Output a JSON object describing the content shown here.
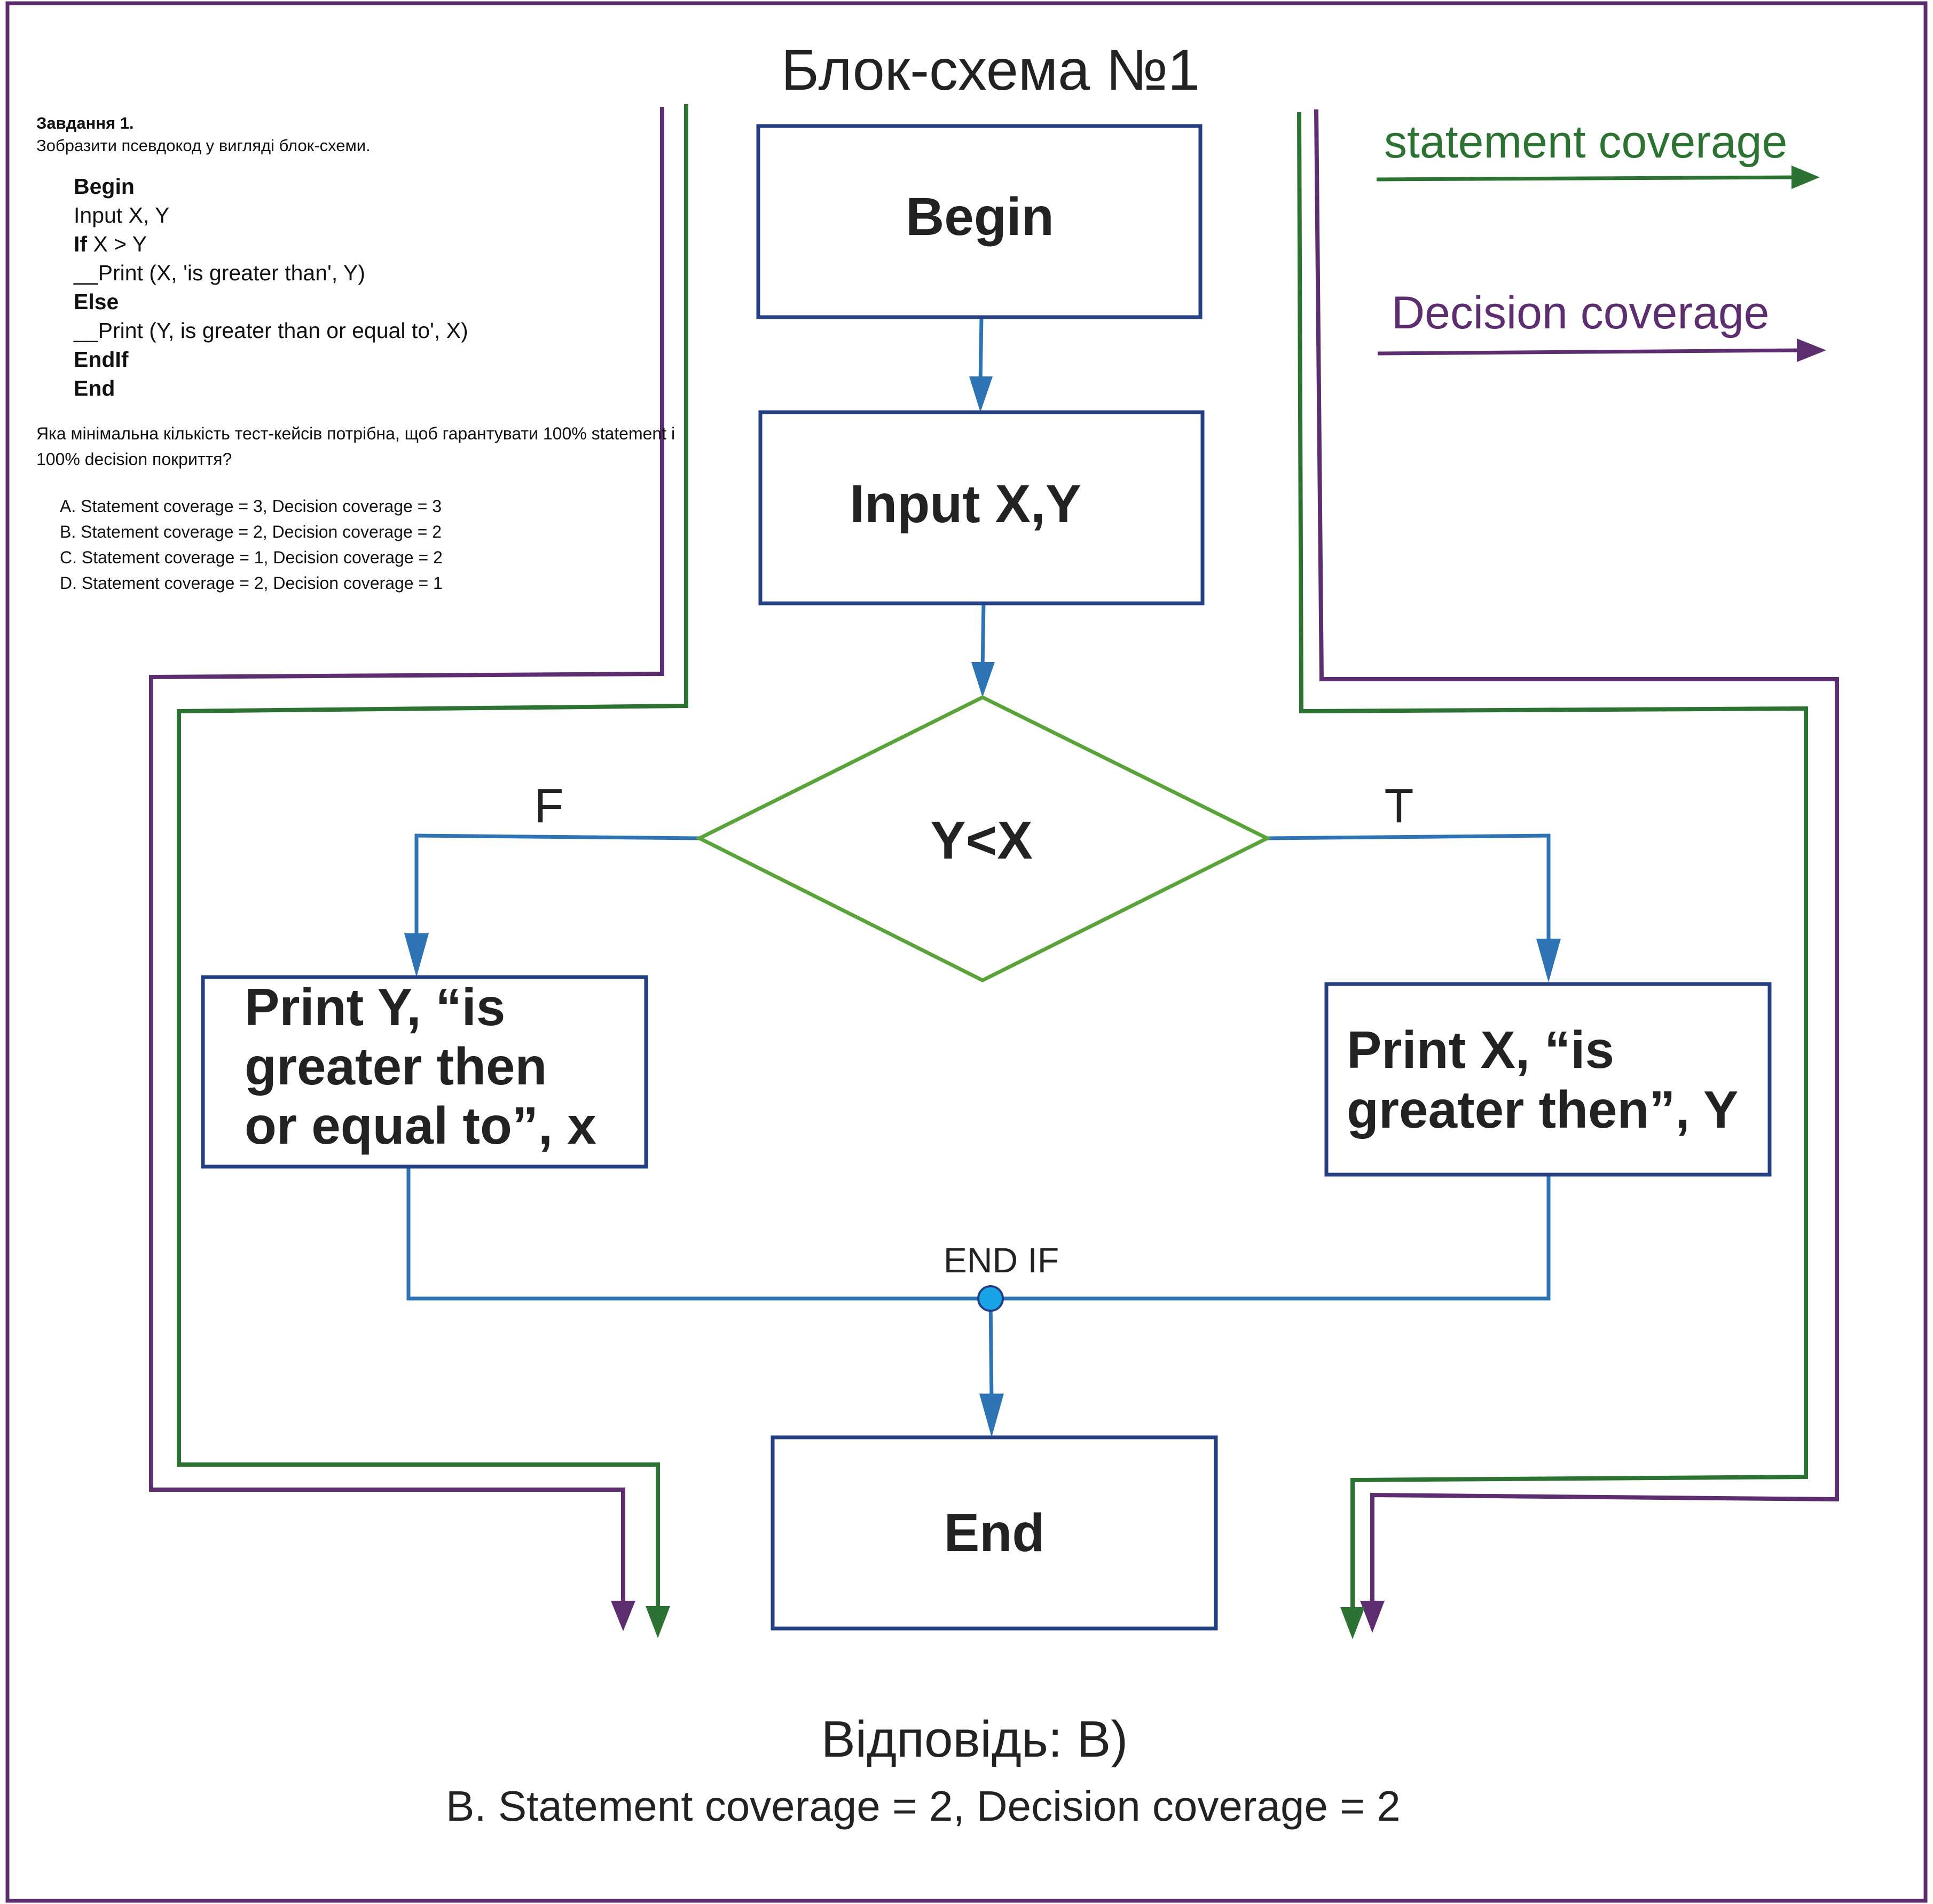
{
  "diagram": {
    "title": "Блок-схема №1",
    "nodes": {
      "begin": "Begin",
      "input": "Input X,Y",
      "decision": "Y<X",
      "print_false": [
        "Print Y, “is",
        "greater then",
        "or equal to”, x"
      ],
      "print_true": [
        "Print X, “is",
        "greater then”, Y"
      ],
      "end": "End"
    },
    "branch_false": "F",
    "branch_true": "T",
    "merge_label": "END IF",
    "legend": {
      "statement": "statement coverage",
      "decision": "Decision coverage"
    },
    "colors": {
      "box_border": "#243f82",
      "diamond_border": "#5aa33a",
      "flow_line": "#2e74b5",
      "merge_dot": "#1aa4e8",
      "statement": "#2c7232",
      "decision": "#5c2e6f",
      "frame": "#5c2e6f"
    }
  },
  "task": {
    "title": "Завдання 1.",
    "subtitle": "Зобразити псевдокод у вигляді блок-схеми.",
    "code": {
      "line1": "Begin",
      "line2": "Input X, Y",
      "line3_kw": "If",
      "line3_rest": " X > Y",
      "line4": "__Print (X, 'is greater than', Y)",
      "line5": "Else",
      "line6": "__Print (Y, is greater than or equal to', X)",
      "line7": "EndIf",
      "line8": "End"
    },
    "question": "Яка мінімальна кількість тест-кейсів потрібна, щоб гарантувати 100% statement і 100% decision покриття?",
    "options": [
      "A. Statement coverage = 3, Decision coverage = 3",
      "B. Statement coverage = 2, Decision coverage = 2",
      "C. Statement coverage = 1, Decision coverage = 2",
      "D. Statement coverage = 2, Decision coverage = 1"
    ]
  },
  "answer": {
    "label": "Відповідь: B)",
    "text": "B. Statement coverage = 2, Decision coverage = 2"
  }
}
